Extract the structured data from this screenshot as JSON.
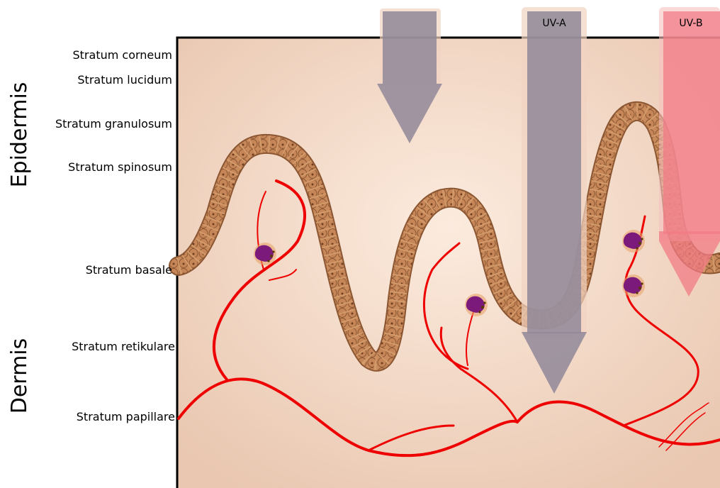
{
  "regions": {
    "epidermis": "Epidermis",
    "dermis": "Dermis"
  },
  "layers": [
    "Stratum corneum",
    "Stratum lucidum",
    "Stratum granulosum",
    "Stratum spinosum",
    "Stratum basale",
    "Stratum retikulare",
    "Stratum papillare"
  ],
  "arrows": {
    "visible_light": "",
    "uva": "UV-A",
    "uvb": "UV-B"
  },
  "colors": {
    "skin_light": "#fbe5d6",
    "skin_dark": "#e8c4ab",
    "basal_cells": "#c8895a",
    "basal_cells_outline": "#8a5530",
    "blood_vessels": "#ee0000",
    "melanocyte": "#7b1a7b",
    "arrow_gray": "#8f8798",
    "arrow_red": "#f27b86"
  }
}
